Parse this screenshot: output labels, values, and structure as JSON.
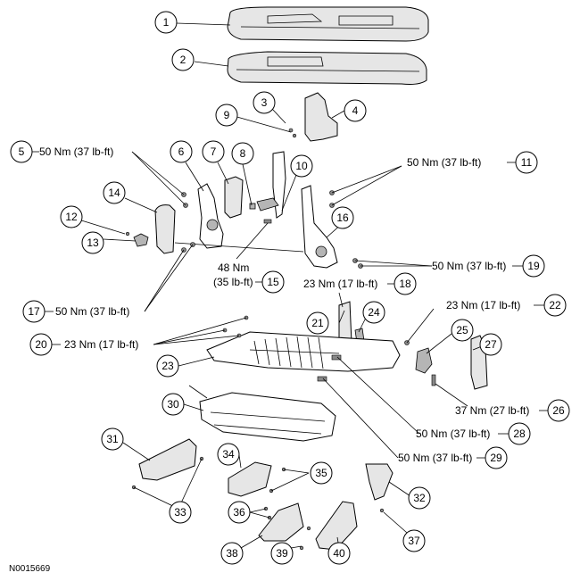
{
  "diagram": {
    "code": "N0015669",
    "callouts": [
      "1",
      "2",
      "3",
      "4",
      "5",
      "6",
      "7",
      "8",
      "9",
      "10",
      "11",
      "12",
      "13",
      "14",
      "15",
      "16",
      "17",
      "18",
      "19",
      "20",
      "21",
      "22",
      "23",
      "24",
      "25",
      "26",
      "27",
      "28",
      "29",
      "30",
      "31",
      "32",
      "33",
      "34",
      "35",
      "36",
      "37",
      "38",
      "39",
      "40"
    ],
    "torques": {
      "t5": "50 Nm (37 lb-ft)",
      "t11": "50 Nm (37 lb-ft)",
      "t15_a": "48 Nm",
      "t15_b": "(35 lb-ft)",
      "t17": "50 Nm (37 lb-ft)",
      "t18": "23 Nm (17 lb-ft)",
      "t19": "50 Nm (37 lb-ft)",
      "t20": "23 Nm (17 lb-ft)",
      "t22": "23 Nm (17 lb-ft)",
      "t26": "37 Nm (27 lb-ft)",
      "t28": "50 Nm (37 lb-ft)",
      "t29": "50 Nm (37 lb-ft)"
    }
  }
}
